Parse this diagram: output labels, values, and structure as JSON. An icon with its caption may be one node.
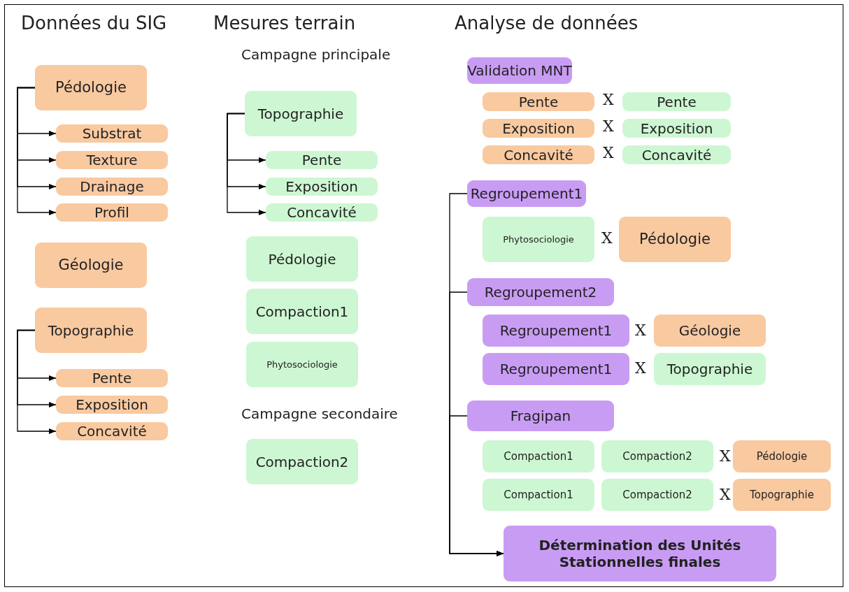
{
  "diagram": {
    "nodes": [
      {
        "text": [
          "Pédologie"
        ]
      },
      {
        "text": [
          "Substrat"
        ]
      },
      {
        "text": [
          "Texture"
        ]
      },
      {
        "text": [
          "Drainage"
        ]
      },
      {
        "text": [
          "Profil"
        ]
      },
      {
        "text": [
          "Géologie"
        ]
      },
      {
        "text": [
          "Topographie"
        ]
      },
      {
        "text": [
          "Pente"
        ]
      },
      {
        "text": [
          "Exposition"
        ]
      },
      {
        "text": [
          "Concavité"
        ]
      },
      {
        "text": [
          "Topographie"
        ]
      },
      {
        "text": [
          "Pente"
        ]
      },
      {
        "text": [
          "Exposition"
        ]
      },
      {
        "text": [
          "Concavité"
        ]
      },
      {
        "text": [
          "Pédologie"
        ]
      },
      {
        "text": [
          "Compaction1"
        ]
      },
      {
        "text": [
          "Phytosociologie"
        ]
      },
      {
        "text": [
          "Compaction2"
        ]
      },
      {
        "text": [
          "Validation MNT"
        ]
      },
      {
        "text": [
          "Pente"
        ]
      },
      {
        "text": [
          "Pente"
        ]
      },
      {
        "text": [
          "Exposition"
        ]
      },
      {
        "text": [
          "Exposition"
        ]
      },
      {
        "text": [
          "Concavité"
        ]
      },
      {
        "text": [
          "Concavité"
        ]
      },
      {
        "text": [
          "Regroupement1"
        ]
      },
      {
        "text": [
          "Phytosociologie"
        ]
      },
      {
        "text": [
          "Pédologie"
        ]
      },
      {
        "text": [
          "Regroupement2"
        ]
      },
      {
        "text": [
          "Regroupement1"
        ]
      },
      {
        "text": [
          "Géologie"
        ]
      },
      {
        "text": [
          "Regroupement1"
        ]
      },
      {
        "text": [
          "Topographie"
        ]
      },
      {
        "text": [
          "Fragipan"
        ]
      },
      {
        "text": [
          "Compaction1"
        ]
      },
      {
        "text": [
          "Compaction2"
        ]
      },
      {
        "text": [
          "Pédologie"
        ]
      },
      {
        "text": [
          "Compaction1"
        ]
      },
      {
        "text": [
          "Compaction2"
        ]
      },
      {
        "text": [
          "Topographie"
        ]
      },
      {
        "text": [
          "Détermination des Unités Stationnelles finales"
        ]
      }
    ],
    "edges": [
      {
        "from": 0,
        "to": 1,
        "arrow": "to"
      },
      {
        "from": 0,
        "to": 2,
        "arrow": "to"
      },
      {
        "from": 0,
        "to": 3,
        "arrow": "to"
      },
      {
        "from": 0,
        "to": 4,
        "arrow": "to"
      },
      {
        "from": 6,
        "to": 7,
        "arrow": "to"
      },
      {
        "from": 6,
        "to": 8,
        "arrow": "to"
      },
      {
        "from": 6,
        "to": 9,
        "arrow": "to"
      },
      {
        "from": 10,
        "to": 11,
        "arrow": "to"
      },
      {
        "from": 10,
        "to": 12,
        "arrow": "to"
      },
      {
        "from": 10,
        "to": 13,
        "arrow": "to"
      },
      {
        "from": 25,
        "to": 40,
        "arrow": "to"
      },
      {
        "from": 28,
        "to": 40,
        "arrow": "to"
      },
      {
        "from": 33,
        "to": 40,
        "arrow": "to"
      }
    ],
    "labels": [
      "Données du SIG",
      "Mesures terrain",
      "Analyse de données",
      "Campagne principale",
      "X",
      "X",
      "X",
      "X",
      "X",
      "X",
      "Campagne secondaire",
      "X",
      "X"
    ]
  }
}
